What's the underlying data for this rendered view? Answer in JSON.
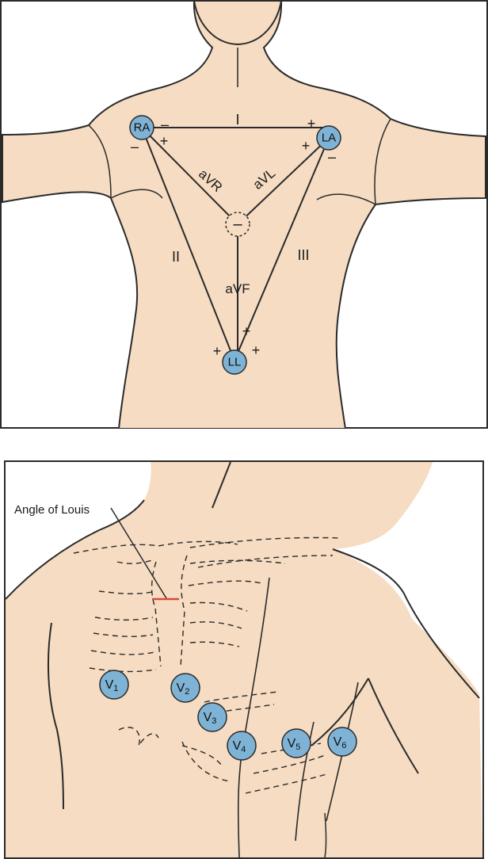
{
  "colors": {
    "skin": "#f5dcc2",
    "electrode": "#7fb3d5",
    "outline": "#2a2a2a",
    "angle_marker": "#d94a3a"
  },
  "limb_leads": {
    "electrodes": {
      "ra": "RA",
      "la": "LA",
      "ll": "LL"
    },
    "leads": {
      "i": "I",
      "ii": "II",
      "iii": "III",
      "avr": "aVR",
      "avl": "aVL",
      "avf": "aVF"
    },
    "polarity": {
      "plus": "+",
      "minus": "–"
    }
  },
  "precordial_leads": {
    "angle_label": "Angle of Louis",
    "electrode_letter": "V",
    "electrodes": [
      "1",
      "2",
      "3",
      "4",
      "5",
      "6"
    ]
  }
}
